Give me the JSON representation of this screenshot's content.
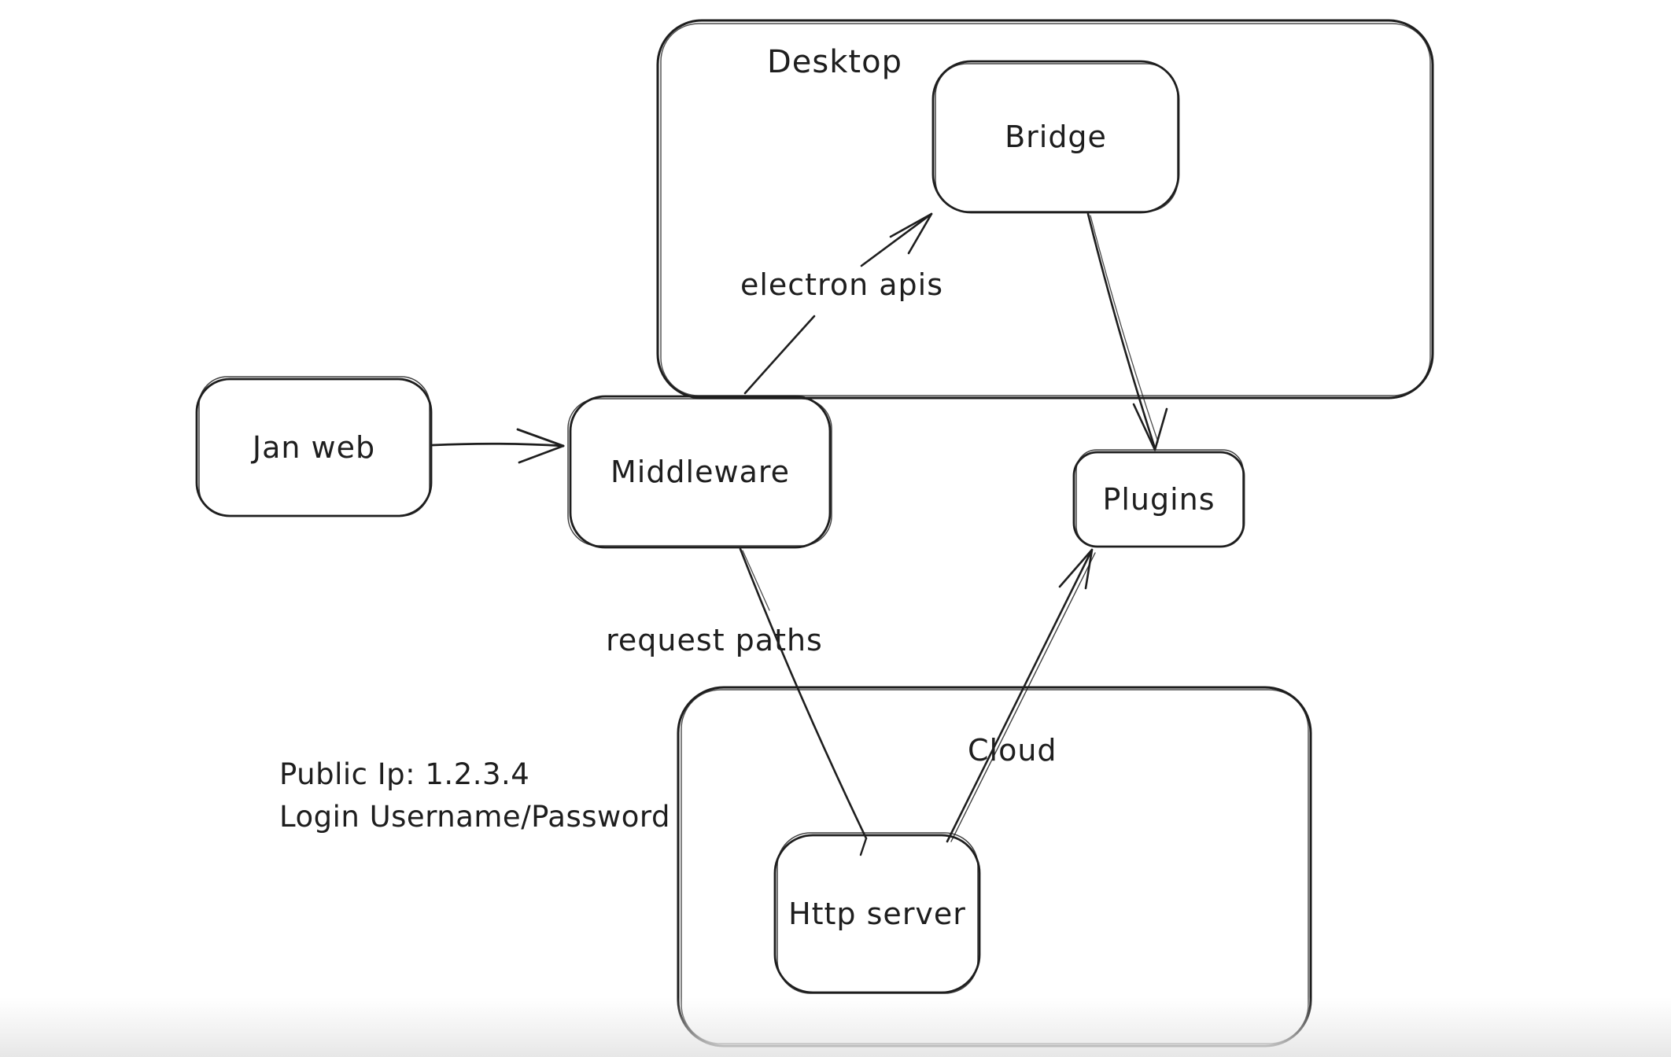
{
  "canvas": {
    "background": "#ffffff",
    "stroke_color": "#1e1e1e",
    "style": "hand-drawn whiteboard diagram"
  },
  "diagram": {
    "containers": [
      {
        "id": "desktop",
        "label": "Desktop"
      },
      {
        "id": "cloud",
        "label": "Cloud"
      }
    ],
    "nodes": [
      {
        "id": "jan-web",
        "label": "Jan web"
      },
      {
        "id": "middleware",
        "label": "Middleware"
      },
      {
        "id": "bridge",
        "label": "Bridge"
      },
      {
        "id": "plugins",
        "label": "Plugins"
      },
      {
        "id": "http-server",
        "label": "Http server"
      }
    ],
    "edges": [
      {
        "from": "jan-web",
        "to": "middleware",
        "label": ""
      },
      {
        "from": "middleware",
        "to": "bridge",
        "label": "electron apis"
      },
      {
        "from": "bridge",
        "to": "plugins",
        "label": ""
      },
      {
        "from": "middleware",
        "to": "http-server",
        "label": "request paths"
      },
      {
        "from": "http-server",
        "to": "plugins",
        "label": ""
      }
    ],
    "annotations": [
      {
        "text": "Public Ip: 1.2.3.4"
      },
      {
        "text": "Login Username/Password"
      }
    ]
  }
}
